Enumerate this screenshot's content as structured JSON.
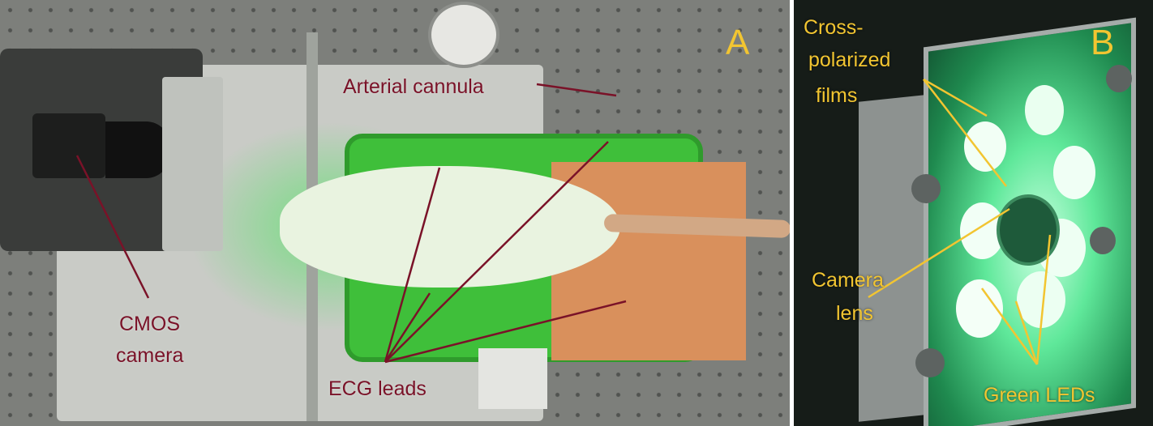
{
  "panel_a": {
    "letter": "A",
    "labels": {
      "arterial_cannula": "Arterial cannula",
      "cmos_camera_line1": "CMOS",
      "cmos_camera_line2": "camera",
      "ecg_leads": "ECG leads"
    }
  },
  "panel_b": {
    "letter": "B",
    "labels": {
      "films_line1": "Cross-",
      "films_line2": "polarized",
      "films_line3": "films",
      "lens_line1": "Camera",
      "lens_line2": "lens",
      "leds": "Green LEDs"
    }
  },
  "colors": {
    "annotation_a": "#7a1228",
    "annotation_b": "#f2c531",
    "tray_green": "#3fbf3a",
    "led_glow": "#9ff7c0"
  }
}
